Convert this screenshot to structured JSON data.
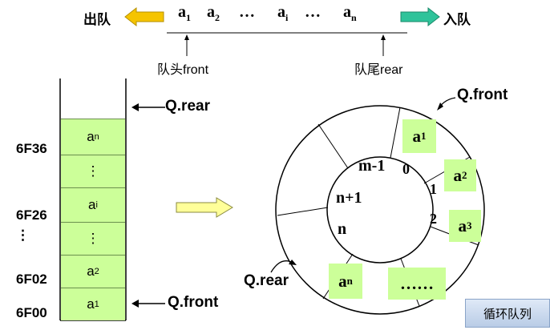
{
  "top": {
    "dequeue_label": "出队",
    "enqueue_label": "入队",
    "elements": [
      "a",
      "a",
      "…",
      "a",
      "…",
      "a"
    ],
    "subscripts": [
      "1",
      "2",
      "",
      "i",
      "",
      "n"
    ],
    "head_label": "队头front",
    "tail_label": "队尾rear",
    "dequeue_arrow_color": "#f5c400",
    "enqueue_arrow_color": "#2fc39a"
  },
  "stack": {
    "rear_label": "Q.rear",
    "front_label": "Q.front",
    "cells": [
      {
        "base": "a",
        "sub": "n"
      },
      {
        "base": "⋮",
        "sub": ""
      },
      {
        "base": "a",
        "sub": "i"
      },
      {
        "base": "⋮",
        "sub": ""
      },
      {
        "base": "a",
        "sub": "2"
      },
      {
        "base": "a",
        "sub": "1"
      }
    ],
    "addresses": [
      "6F36",
      "6F26",
      "⋮",
      "6F02",
      "6F00"
    ],
    "cell_color": "#ccff99"
  },
  "ring": {
    "front_label": "Q.front",
    "rear_label": "Q.rear",
    "center_labels": [
      "m-1",
      "0",
      "n+1",
      "1",
      "2",
      "n"
    ],
    "boxes": [
      {
        "base": "a",
        "sub": "1"
      },
      {
        "base": "a",
        "sub": "2"
      },
      {
        "base": "a",
        "sub": "3"
      },
      {
        "base": "a",
        "sub": "n"
      },
      {
        "base": "……",
        "sub": ""
      }
    ]
  },
  "caption": "循环队列"
}
